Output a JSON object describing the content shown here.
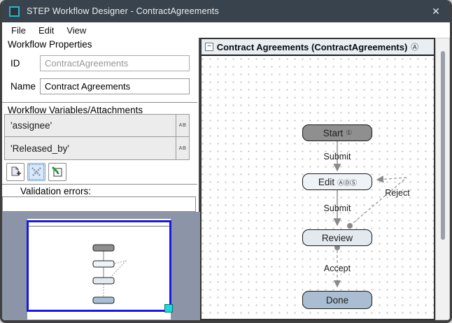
{
  "window": {
    "title": "STEP Workflow Designer - ContractAgreements",
    "close_glyph": "✕",
    "app_icon": "step-logo-icon"
  },
  "menu": {
    "items": [
      {
        "label": "File"
      },
      {
        "label": "Edit"
      },
      {
        "label": "View"
      }
    ]
  },
  "properties": {
    "heading": "Workflow Properties",
    "id_label": "ID",
    "id_value": "ContractAgreements",
    "name_label": "Name",
    "name_value": "Contract Agreements"
  },
  "variables": {
    "heading": "Workflow Variables/Attachments",
    "rows": [
      {
        "name": "'assignee'",
        "type_badge": "AB"
      },
      {
        "name": "'Released_by'",
        "type_badge": "AB"
      }
    ],
    "toolbar": [
      {
        "name": "add-variable",
        "icon": "new-document-plus-icon"
      },
      {
        "name": "delete-variable",
        "icon": "delete-cross-icon",
        "selected": true
      },
      {
        "name": "edit-variable",
        "icon": "assign-pen-icon"
      }
    ]
  },
  "validation": {
    "label": "Validation errors:",
    "content": ""
  },
  "diagram": {
    "header": {
      "collapse_glyph": "−",
      "title": "Contract Agreements (ContractAgreements)",
      "suffix_glyph": "Ⓐ"
    },
    "nodes": [
      {
        "id": "start",
        "label": "Start",
        "badges": "①"
      },
      {
        "id": "edit",
        "label": "Edit",
        "badges": "ⒶⒹⓈ"
      },
      {
        "id": "review",
        "label": "Review",
        "badges": ""
      },
      {
        "id": "done",
        "label": "Done",
        "badges": ""
      }
    ],
    "edges": [
      {
        "from": "start",
        "to": "edit",
        "label": "Submit",
        "style": "solid"
      },
      {
        "from": "edit",
        "to": "review",
        "label": "Submit",
        "style": "solid"
      },
      {
        "from": "review",
        "to": "done",
        "label": "Accept",
        "style": "dashed"
      },
      {
        "from": "review",
        "to": "edit",
        "label": "Reject",
        "style": "dashed"
      }
    ]
  },
  "colors": {
    "titlebar_bg": "#39434e",
    "app_icon_teal": "#29b5c8",
    "viewport_blue": "#1a16e8",
    "selection_cyan": "#12dede",
    "minimap_bg": "#8c94a8",
    "node_start_fill": "#8f8f8f",
    "node_edit_fill": "#eef3f8",
    "node_review_fill": "#e2e9ef",
    "node_done_fill": "#a9bed2",
    "edge_gray": "#8a8a8a"
  }
}
